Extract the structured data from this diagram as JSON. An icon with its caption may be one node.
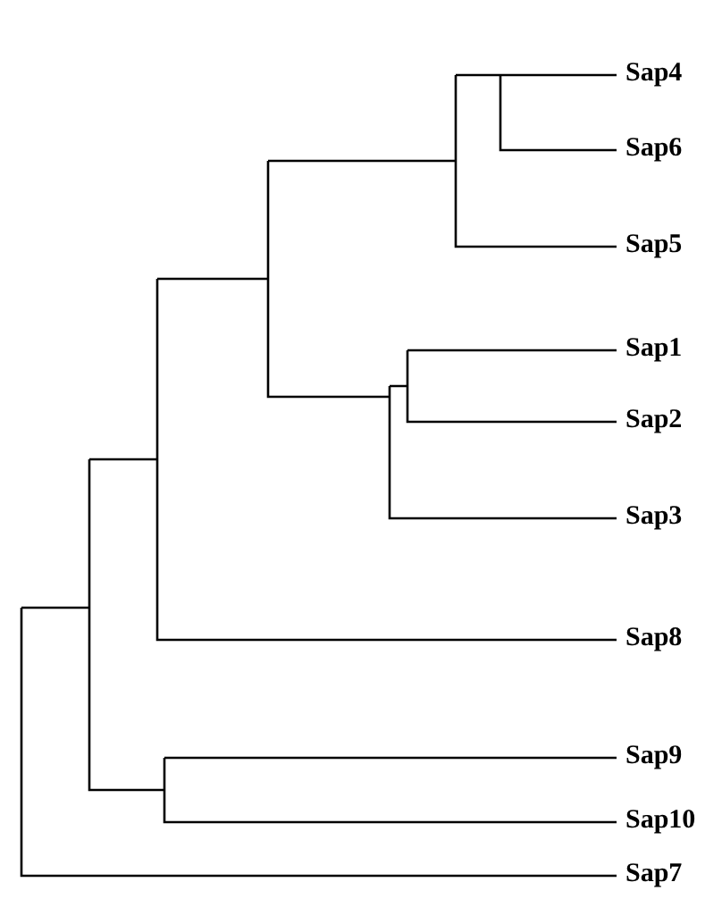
{
  "diagram": {
    "labels": [
      "Sap4",
      "Sap6",
      "Sap5",
      "Sap1",
      "Sap2",
      "Sap3",
      "Sap8",
      "Sap9",
      "Sap10",
      "Sap7"
    ]
  }
}
